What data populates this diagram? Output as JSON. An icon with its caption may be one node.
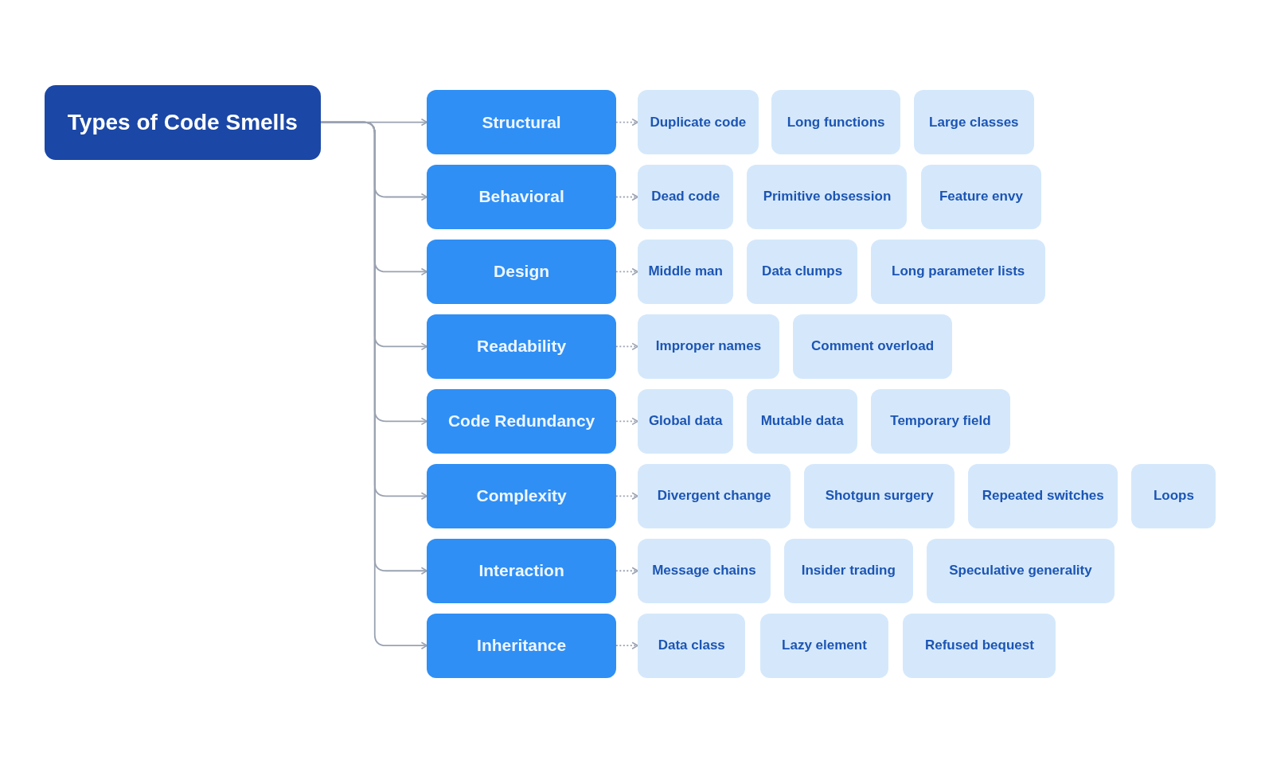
{
  "diagram": {
    "nodes": [
      {
        "text": [
          "Types of Code Smells"
        ]
      },
      {
        "text": [
          "Structural"
        ]
      },
      {
        "text": [
          "Duplicate code"
        ]
      },
      {
        "text": [
          "Long functions"
        ]
      },
      {
        "text": [
          "Large classes"
        ]
      },
      {
        "text": [
          "Behavioral"
        ]
      },
      {
        "text": [
          "Dead code"
        ]
      },
      {
        "text": [
          "Primitive obsession"
        ]
      },
      {
        "text": [
          "Feature envy"
        ]
      },
      {
        "text": [
          "Design"
        ]
      },
      {
        "text": [
          "Middle man"
        ]
      },
      {
        "text": [
          "Data clumps"
        ]
      },
      {
        "text": [
          "Long parameter lists"
        ]
      },
      {
        "text": [
          "Readability"
        ]
      },
      {
        "text": [
          "Improper names"
        ]
      },
      {
        "text": [
          "Comment overload"
        ]
      },
      {
        "text": [
          "Code Redundancy"
        ]
      },
      {
        "text": [
          "Global data"
        ]
      },
      {
        "text": [
          "Mutable data"
        ]
      },
      {
        "text": [
          "Temporary field"
        ]
      },
      {
        "text": [
          "Complexity"
        ]
      },
      {
        "text": [
          "Divergent change"
        ]
      },
      {
        "text": [
          "Shotgun surgery"
        ]
      },
      {
        "text": [
          "Repeated switches"
        ]
      },
      {
        "text": [
          "Loops"
        ]
      },
      {
        "text": [
          "Interaction"
        ]
      },
      {
        "text": [
          "Message chains"
        ]
      },
      {
        "text": [
          "Insider trading"
        ]
      },
      {
        "text": [
          "Speculative generality"
        ]
      },
      {
        "text": [
          "Inheritance"
        ]
      },
      {
        "text": [
          "Data class"
        ]
      },
      {
        "text": [
          "Lazy element"
        ]
      },
      {
        "text": [
          "Refused bequest"
        ]
      }
    ],
    "edges": [
      {
        "from": 0,
        "to": 1,
        "arrow": "to"
      },
      {
        "from": 0,
        "to": 5,
        "arrow": "to"
      },
      {
        "from": 0,
        "to": 9,
        "arrow": "to"
      },
      {
        "from": 0,
        "to": 13,
        "arrow": "to"
      },
      {
        "from": 0,
        "to": 16,
        "arrow": "to"
      },
      {
        "from": 0,
        "to": 20,
        "arrow": "to"
      },
      {
        "from": 0,
        "to": 25,
        "arrow": "to"
      },
      {
        "from": 0,
        "to": 29,
        "arrow": "to"
      },
      {
        "from": 1,
        "to": 2,
        "arrow": "to",
        "style": "dashed"
      },
      {
        "from": 5,
        "to": 6,
        "arrow": "to",
        "style": "dashed"
      },
      {
        "from": 9,
        "to": 10,
        "arrow": "to",
        "style": "dashed"
      },
      {
        "from": 13,
        "to": 14,
        "arrow": "to",
        "style": "dashed"
      },
      {
        "from": 16,
        "to": 17,
        "arrow": "to",
        "style": "dashed"
      },
      {
        "from": 20,
        "to": 21,
        "arrow": "to",
        "style": "dashed"
      },
      {
        "from": 25,
        "to": 26,
        "arrow": "to",
        "style": "dashed"
      },
      {
        "from": 29,
        "to": 30,
        "arrow": "to",
        "style": "dashed"
      }
    ]
  }
}
